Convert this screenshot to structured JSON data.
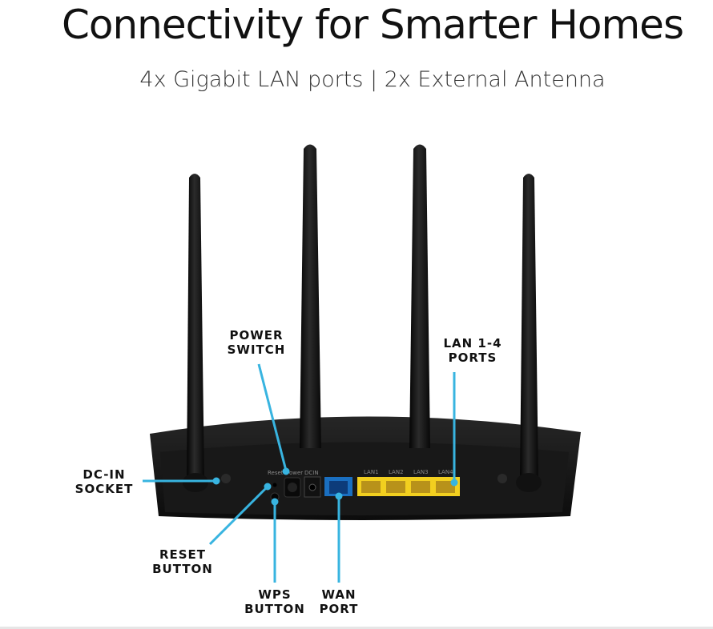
{
  "header": {
    "title": "Connectivity for Smarter Homes",
    "subtitle": "4x Gigabit LAN ports | 2x External Antenna"
  },
  "callouts": {
    "power_switch": [
      "POWER",
      "SWITCH"
    ],
    "lan_ports": [
      "LAN 1-4",
      "PORTS"
    ],
    "dc_in": [
      "DC-IN",
      "SOCKET"
    ],
    "reset": [
      "RESET",
      "BUTTON"
    ],
    "wps": [
      "WPS",
      "BUTTON"
    ],
    "wan": [
      "WAN",
      "PORT"
    ]
  },
  "router_labels": {
    "reset": "Reset",
    "power": "Power",
    "dcin": "DCIN",
    "lan1": "LAN1",
    "lan2": "LAN2",
    "lan3": "LAN3",
    "lan4": "LAN4"
  },
  "colors": {
    "callout_line": "#38b4e0",
    "wan_port": "#1a6fc0",
    "lan_ports": "#f2cf1f",
    "router_body": "#151515"
  }
}
